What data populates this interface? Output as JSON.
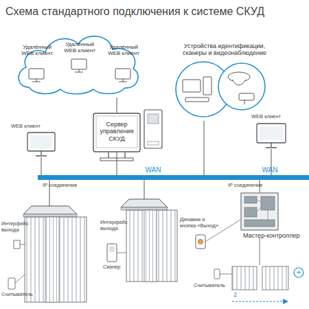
{
  "diagram": {
    "title": "Схема стандартного подключения к системе СКУД",
    "nodes": [
      {
        "text": [
          "Удалённый WEB клиент",
          "Удалённый WEB клиент",
          "Удалённый WEB клиент"
        ]
      },
      {
        "text": [
          "Сервер управления СКУД"
        ]
      },
      {
        "text": [
          "Устройства идентификации, сканеры и видеонаблюдение"
        ]
      },
      {
        "text": [
          "WAN",
          "WAN"
        ]
      },
      {
        "text": [
          "Мастер-контроллер"
        ]
      }
    ],
    "edges": [
      {
        "from": 0,
        "to": 1,
        "arrow": "none"
      },
      {
        "from": 1,
        "to": 3,
        "arrow": "none"
      },
      {
        "from": 2,
        "to": 3,
        "arrow": "none"
      },
      {
        "from": 3,
        "to": 4,
        "arrow": "none"
      }
    ],
    "labels": [
      "WEB клиент",
      "WEB клиент",
      "IP соединение",
      "IP соединение",
      "Интерфейс выхода",
      "Считыватель",
      "Интерфейс выхода",
      "Сканер",
      "Динамик и кнопка «Выход»",
      "Считыватель",
      "2",
      "+"
    ]
  }
}
